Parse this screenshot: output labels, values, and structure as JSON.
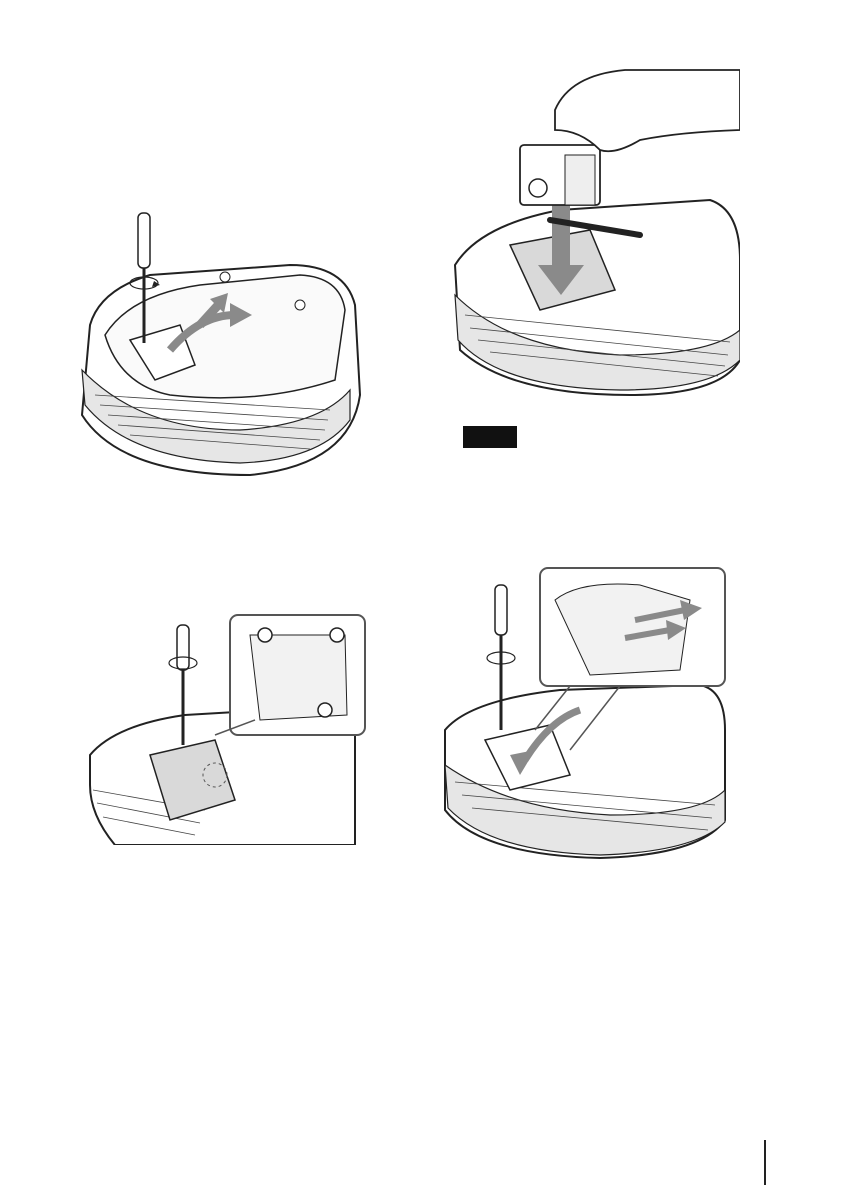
{
  "figures": [
    {
      "id": "step1",
      "icon": "projector-top-cover-unscrew-illustration"
    },
    {
      "id": "step2",
      "icon": "lamp-unit-insert-illustration"
    },
    {
      "id": "step3",
      "icon": "lamp-screws-tighten-illustration"
    },
    {
      "id": "step4",
      "icon": "cover-close-screw-illustration"
    }
  ],
  "note": {
    "label": "",
    "color": "#111111"
  },
  "colors": {
    "line": "#222222",
    "shade": "#d9d9d9",
    "arrow": "#8a8a8a"
  }
}
